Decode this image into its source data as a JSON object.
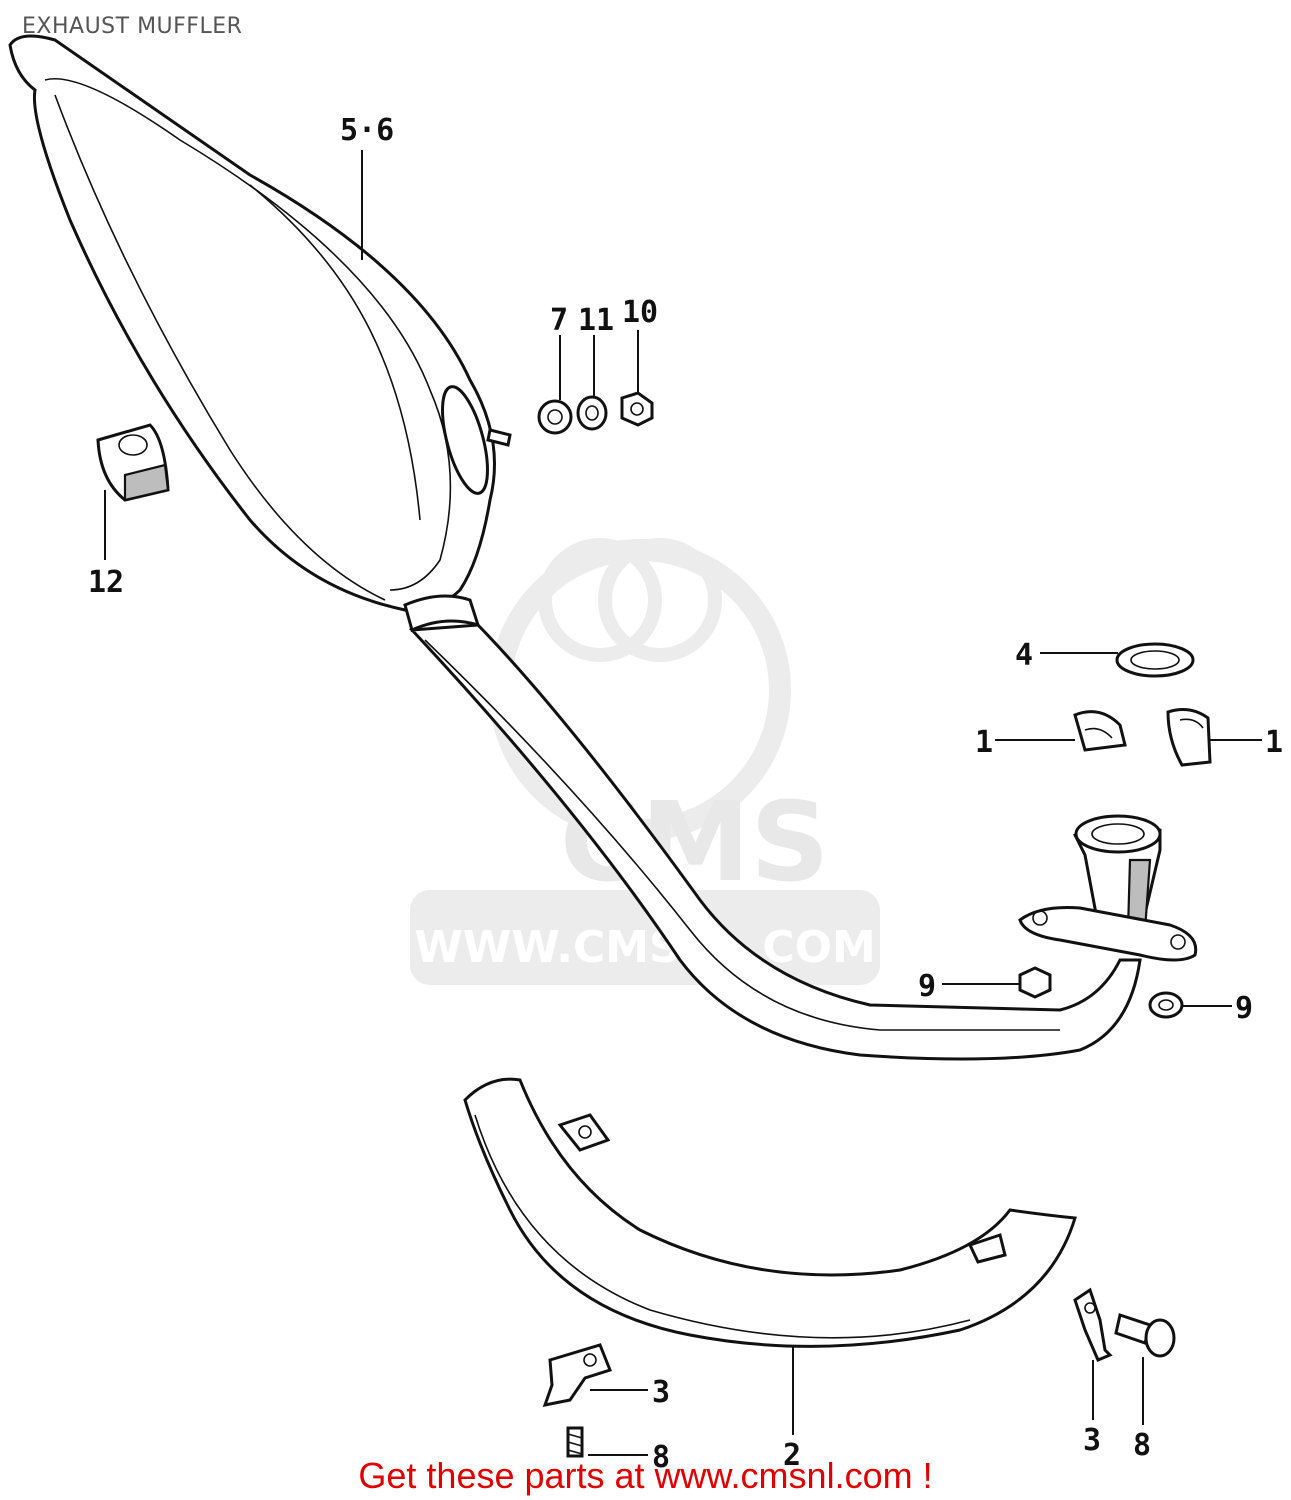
{
  "title": "EXHAUST MUFFLER",
  "watermark": {
    "brand": "CMS",
    "url": "WWW.CMSNL.COM"
  },
  "callouts": {
    "muffler": "5·6",
    "washer_7": "7",
    "washer_11": "11",
    "nut_10": "10",
    "band_12": "12",
    "gasket_4": "4",
    "collar_left": "1",
    "collar_right": "1",
    "nut_9_left": "9",
    "nut_9_right": "9",
    "pipe_2": "2",
    "bracket_3_left": "3",
    "bracket_3_right": "3",
    "bolt_8_left": "8",
    "bolt_8_right": "8"
  },
  "footer": {
    "text": "Get these parts at www.cmsnl.com !"
  },
  "colors": {
    "line": "#111111",
    "footer_text": "#e00000",
    "watermark": "#e8e8e8",
    "title": "#555555"
  }
}
